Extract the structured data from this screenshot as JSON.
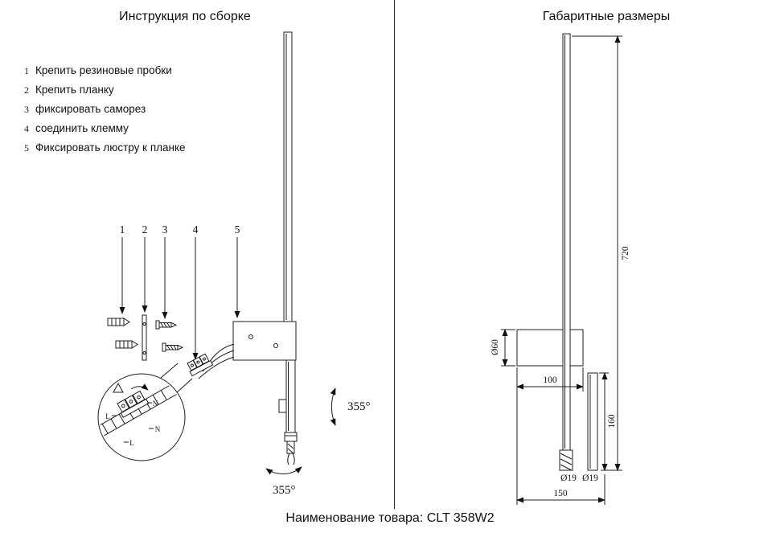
{
  "titles": {
    "left": "Инструкция по сборке",
    "right": "Габаритные размеры"
  },
  "footer": "Наименование товара: CLT 358W2",
  "steps": [
    {
      "num": "1",
      "text": "Крепить резиновые пробки"
    },
    {
      "num": "2",
      "text": "Крепить планку"
    },
    {
      "num": "3",
      "text": "фиксировать саморез"
    },
    {
      "num": "4",
      "text": "соединить клемму"
    },
    {
      "num": "5",
      "text": "Фиксировать люстру к планке"
    }
  ],
  "assembly": {
    "callouts": [
      "1",
      "2",
      "3",
      "4",
      "5"
    ],
    "rotation_side": "355°",
    "rotation_bottom": "355°",
    "detail_labels": [
      "N",
      "L",
      "N",
      "L"
    ]
  },
  "dimensions": {
    "height": "720",
    "body_diameter": "Ø60",
    "bracket_width": "100",
    "lower_length": "160",
    "tube_diameter_left": "Ø19",
    "tube_diameter_right": "Ø19",
    "base_width": "150"
  }
}
